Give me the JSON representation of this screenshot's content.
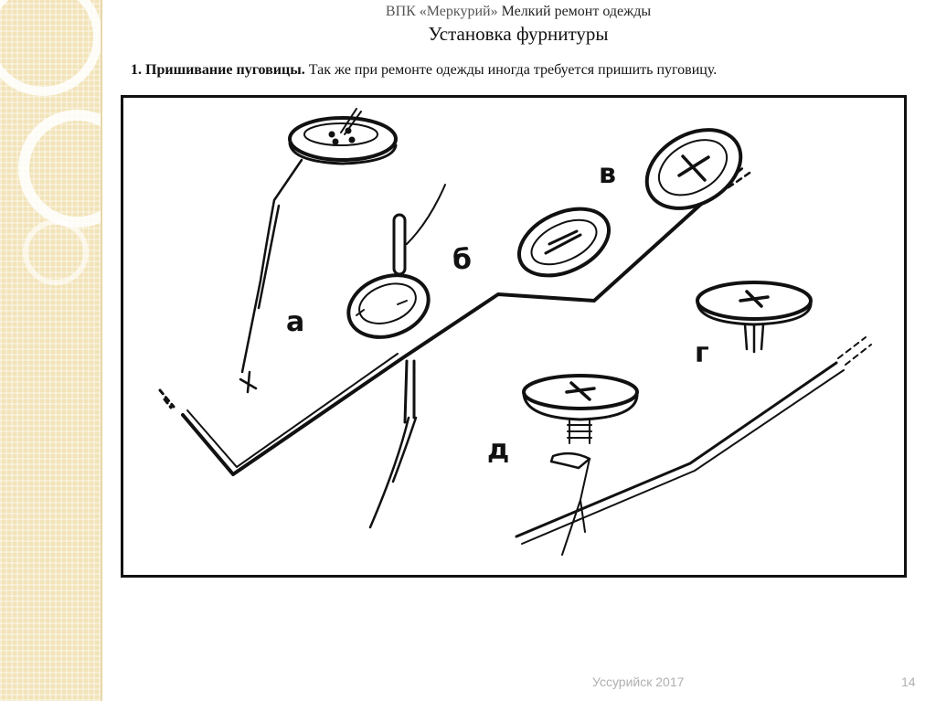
{
  "header": {
    "org": "ВПК «Меркурий»",
    "subject": "Мелкий ремонт одежды",
    "title": "Установка фурнитуры"
  },
  "intro": {
    "bold": "1. Пришивание пуговицы.",
    "text": "Так же при ремонте одежды иногда требуется пришить пуговицу."
  },
  "figure": {
    "labels": {
      "a": "а",
      "b": "б",
      "v": "в",
      "g": "г",
      "d": "д"
    }
  },
  "footer": {
    "city_year": "Уссурийск 2017",
    "page": "14"
  }
}
